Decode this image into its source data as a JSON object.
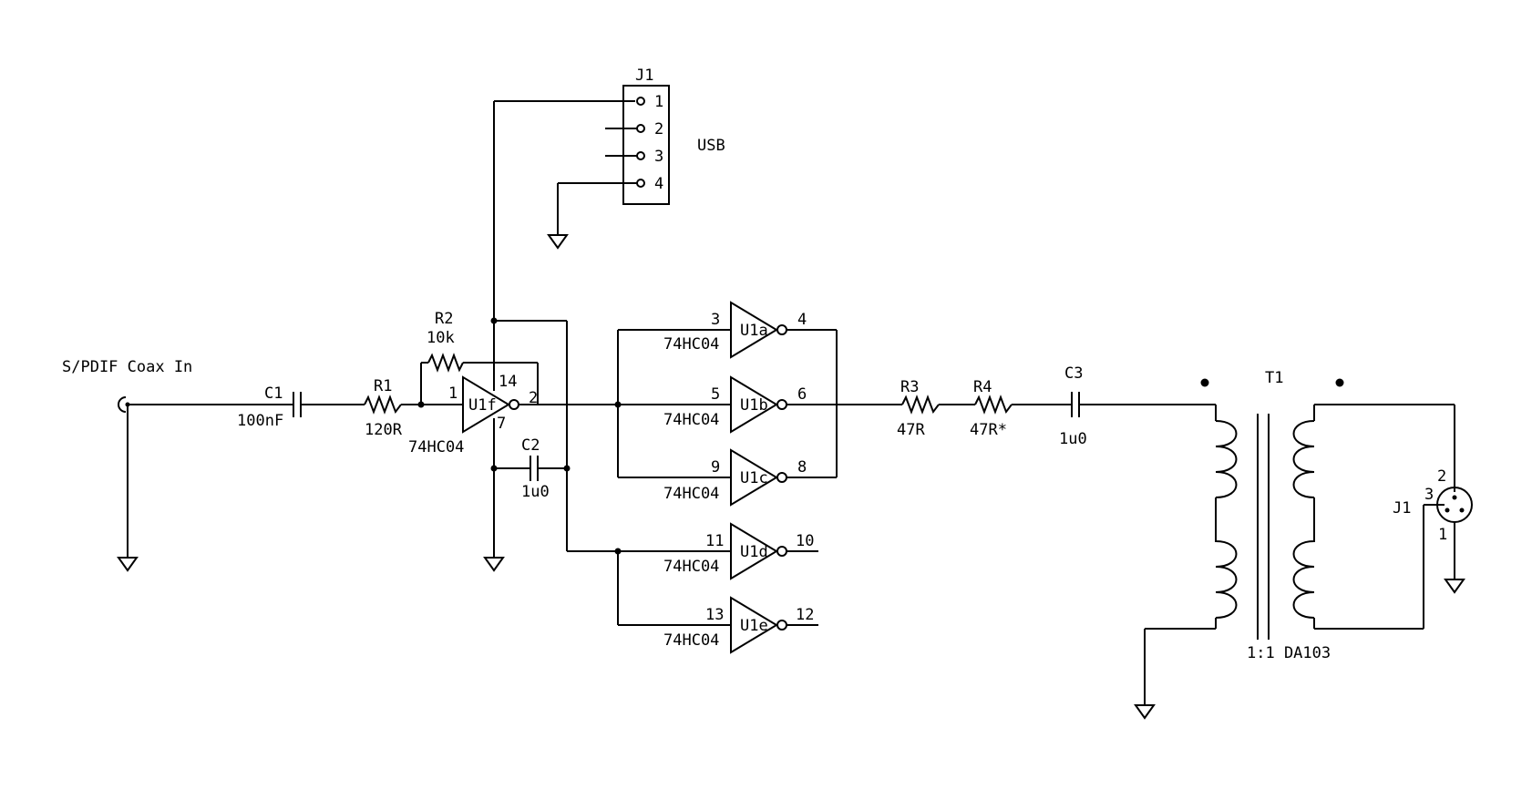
{
  "title": "S/PDIF Coax In",
  "j1_usb": {
    "ref": "J1",
    "name": "USB",
    "pins": [
      "1",
      "2",
      "3",
      "4"
    ]
  },
  "c1": {
    "ref": "C1",
    "value": "100nF"
  },
  "r1": {
    "ref": "R1",
    "value": "120R"
  },
  "r2": {
    "ref": "R2",
    "value": "10k"
  },
  "c2": {
    "ref": "C2",
    "value": "1u0"
  },
  "r3": {
    "ref": "R3",
    "value": "47R"
  },
  "r4": {
    "ref": "R4",
    "value": "47R*"
  },
  "c3": {
    "ref": "C3",
    "value": "1u0"
  },
  "gates": [
    {
      "ref": "U1f",
      "part": "74HC04",
      "pin_in": "1",
      "pin_out": "2",
      "pin_vcc": "14",
      "pin_gnd": "7"
    },
    {
      "ref": "U1a",
      "part": "74HC04",
      "pin_in": "3",
      "pin_out": "4"
    },
    {
      "ref": "U1b",
      "part": "74HC04",
      "pin_in": "5",
      "pin_out": "6"
    },
    {
      "ref": "U1c",
      "part": "74HC04",
      "pin_in": "9",
      "pin_out": "8"
    },
    {
      "ref": "U1d",
      "part": "74HC04",
      "pin_in": "11",
      "pin_out": "10"
    },
    {
      "ref": "U1e",
      "part": "74HC04",
      "pin_in": "13",
      "pin_out": "12"
    }
  ],
  "t1": {
    "ref": "T1",
    "desc": "1:1 DA103"
  },
  "j1_xlr": {
    "ref": "J1",
    "pins": [
      "2",
      "3",
      "1"
    ]
  }
}
